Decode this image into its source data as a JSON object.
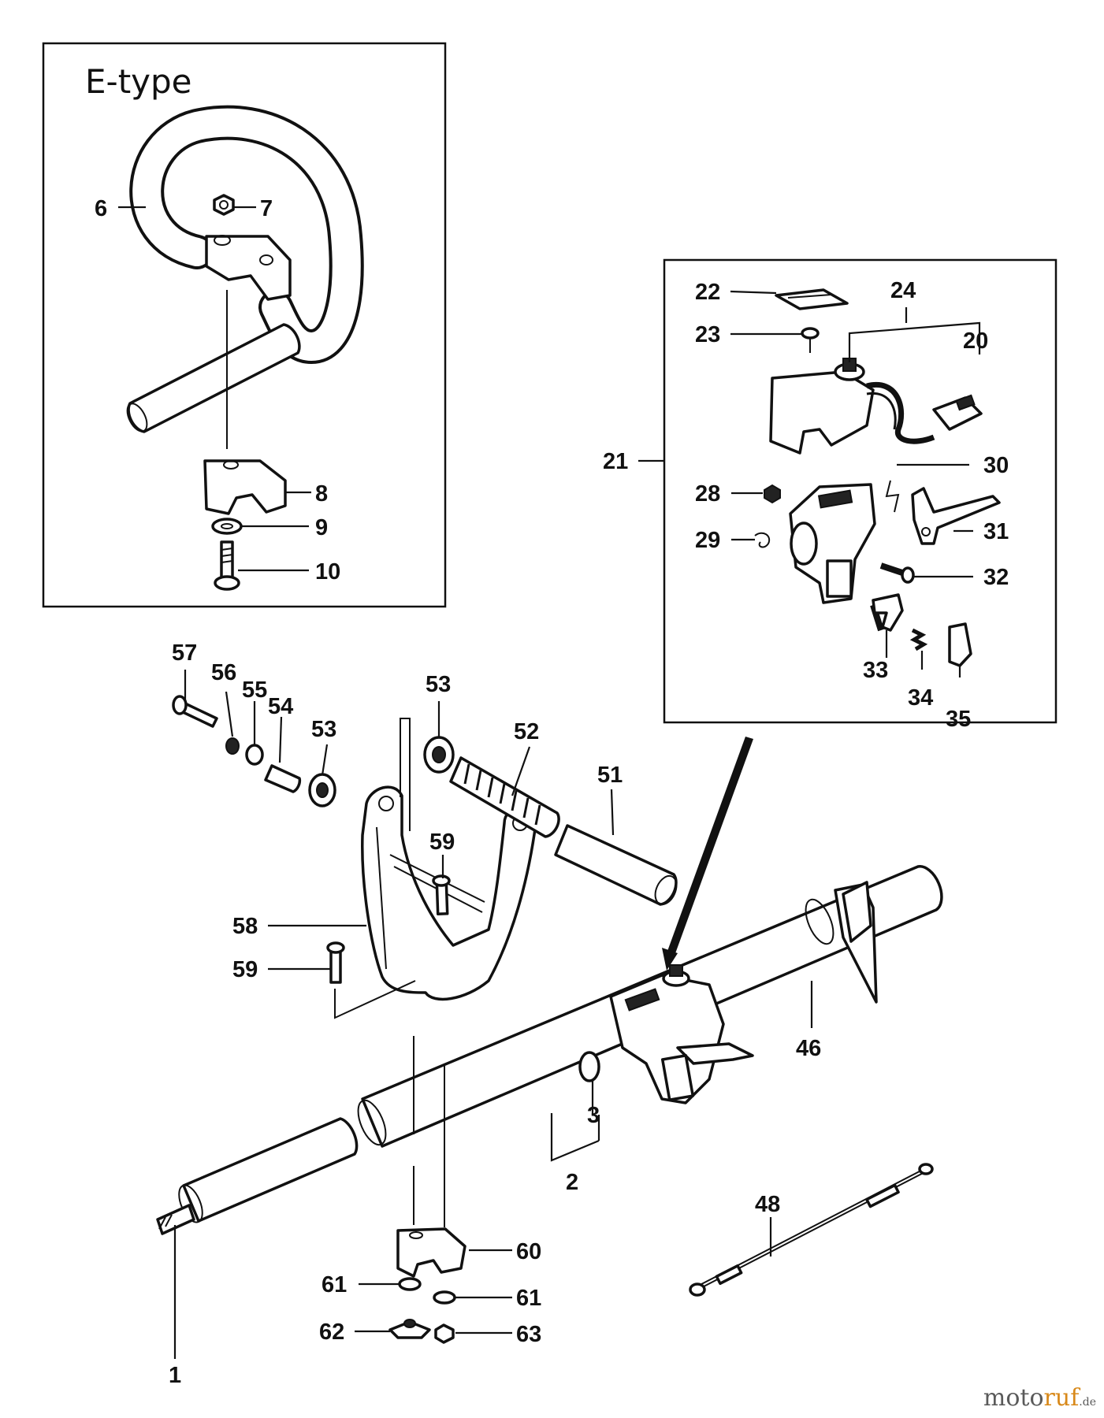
{
  "inset_title": "E-type",
  "watermark": {
    "part1": "moto",
    "part2": "ruf",
    "suffix": ".de"
  },
  "callouts": {
    "c1": "1",
    "c2": "2",
    "c3": "3",
    "c6": "6",
    "c7": "7",
    "c8": "8",
    "c9": "9",
    "c10": "10",
    "c20": "20",
    "c21": "21",
    "c22": "22",
    "c23": "23",
    "c24": "24",
    "c28": "28",
    "c29": "29",
    "c30": "30",
    "c31": "31",
    "c32": "32",
    "c33": "33",
    "c34": "34",
    "c35": "35",
    "c46": "46",
    "c48": "48",
    "c51": "51",
    "c52": "52",
    "c53a": "53",
    "c53b": "53",
    "c54": "54",
    "c55": "55",
    "c56": "56",
    "c57": "57",
    "c58": "58",
    "c59a": "59",
    "c59b": "59",
    "c60": "60",
    "c61a": "61",
    "c61b": "61",
    "c62": "62",
    "c63": "63"
  }
}
